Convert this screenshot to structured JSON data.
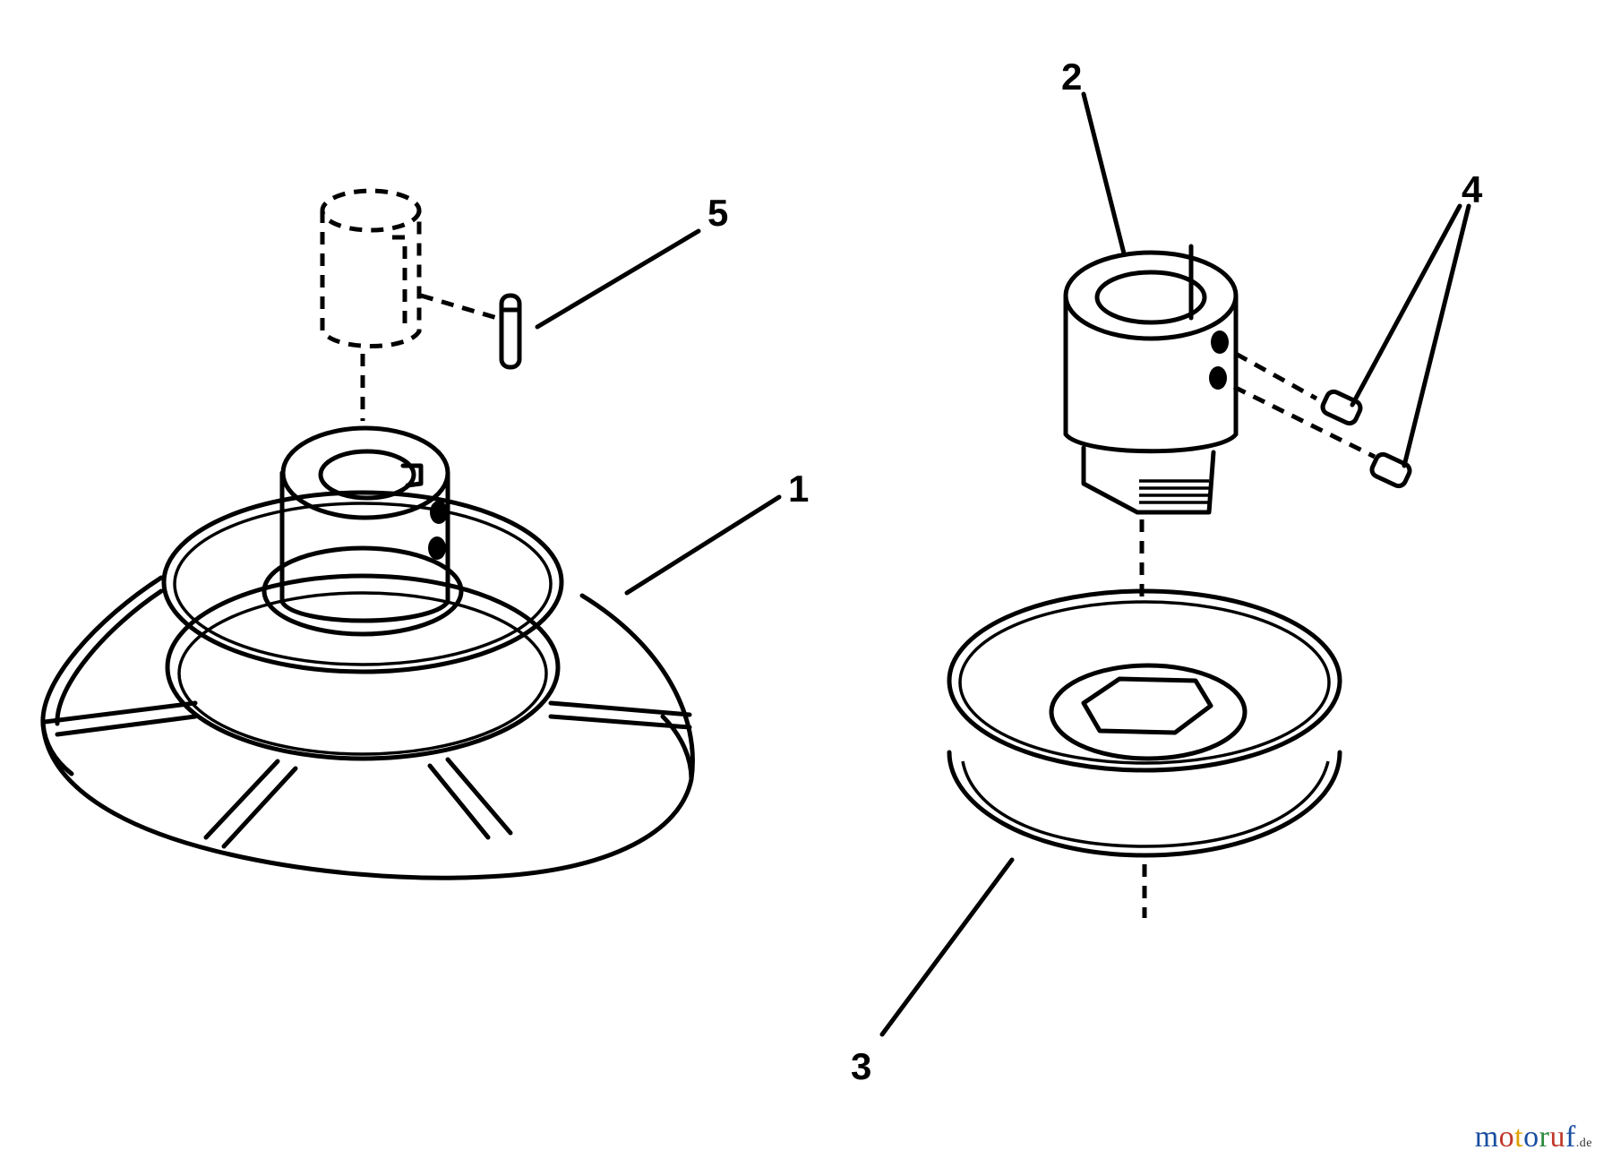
{
  "callouts": {
    "c1": "1",
    "c2": "2",
    "c3": "3",
    "c4": "4",
    "c5": "5"
  },
  "watermark": {
    "letters": [
      "m",
      "o",
      "t",
      "o",
      "r",
      "u",
      "f"
    ],
    "colors": [
      "#1a4fa0",
      "#c0392b",
      "#e0a000",
      "#1a4fa0",
      "#2e8b3d",
      "#c0392b",
      "#1a4fa0"
    ],
    "tld": ".de"
  }
}
